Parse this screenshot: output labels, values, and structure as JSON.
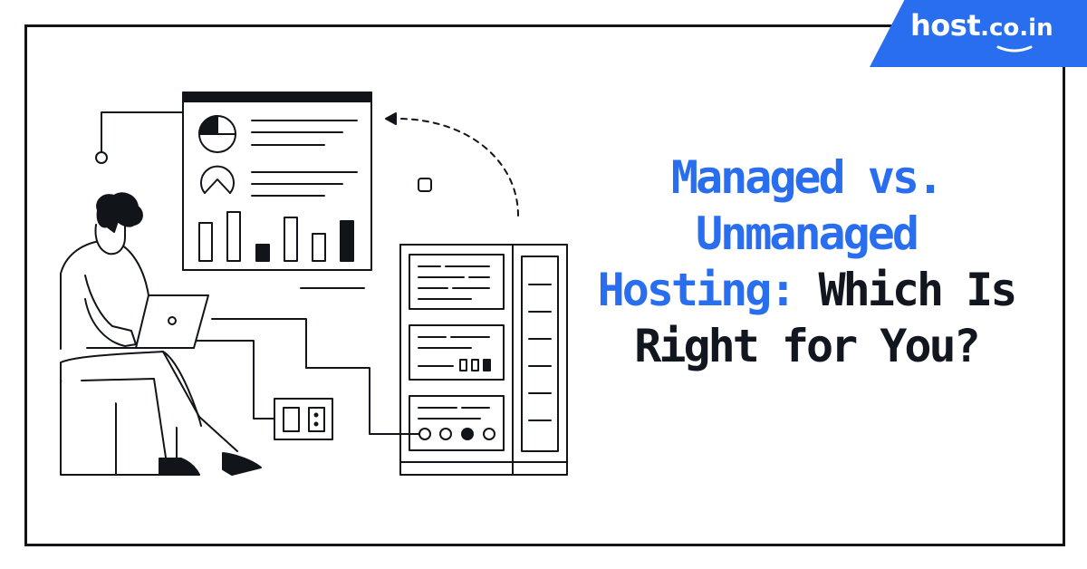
{
  "brand": {
    "name_main": "host",
    "name_dot": ".",
    "name_tld": "co.in",
    "accent_color": "#2a6ef0"
  },
  "headline": {
    "line1": "Managed vs.",
    "line2": "Unmanaged",
    "line3_accent": "Hosting:",
    "line3_rest": " Which Is",
    "line4": "Right for You?",
    "dark_color": "#11161f"
  },
  "illustration": {
    "icons": [
      "person-with-laptop-icon",
      "dashboard-screen-icon",
      "server-rack-icon",
      "power-outlet-icon",
      "pie-chart-icon",
      "gauge-icon",
      "bar-chart-icon"
    ]
  }
}
